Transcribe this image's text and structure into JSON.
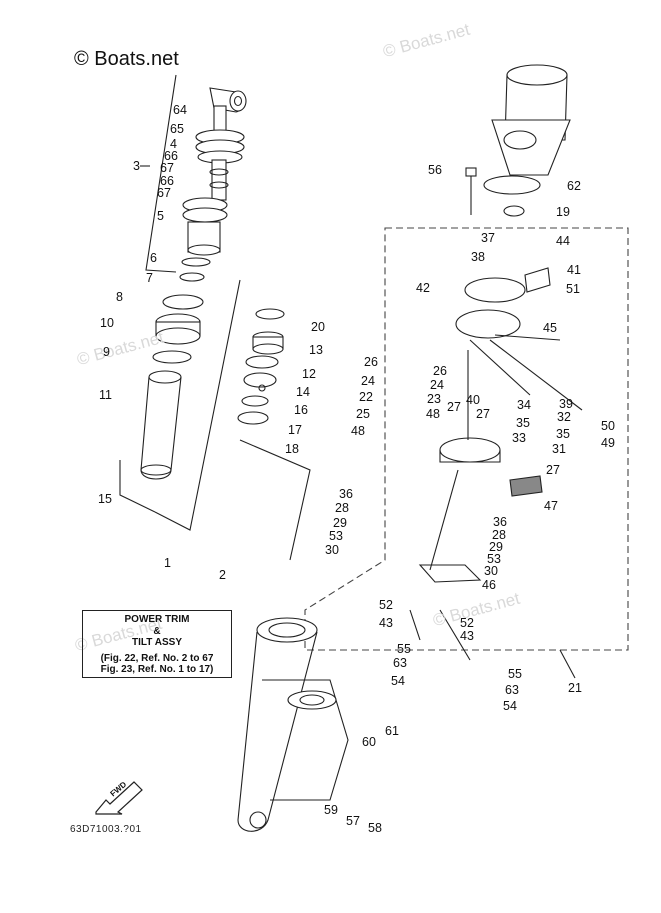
{
  "copyright": "© Boats.net",
  "watermark": "© Boats.net",
  "info_box": {
    "line1": "POWER TRIM",
    "line2": "&",
    "line3": "TILT ASSY",
    "line4": "(Fig. 22, Ref. No. 2 to 67",
    "line5": "Fig. 23, Ref. No. 1 to 17)"
  },
  "fwd_label": "FWD",
  "diagram_code": "63D71003.?01",
  "callouts": {
    "c64": "64",
    "c65": "65",
    "c4": "4",
    "c3": "3",
    "c66a": "66",
    "c67a": "67",
    "c66b": "66",
    "c67b": "67",
    "c5": "5",
    "c6": "6",
    "c7": "7",
    "c8": "8",
    "c10": "10",
    "c9": "9",
    "c11": "11",
    "c15": "15",
    "c20": "20",
    "c13": "13",
    "c12": "12",
    "c14": "14",
    "c16": "16",
    "c17": "17",
    "c18": "18",
    "c1": "1",
    "c2": "2",
    "c56": "56",
    "c62": "62",
    "c19": "19",
    "c37": "37",
    "c44": "44",
    "c38": "38",
    "c41": "41",
    "c42": "42",
    "c51": "51",
    "c45": "45",
    "c26a": "26",
    "c26b": "26",
    "c24a": "24",
    "c24b": "24",
    "c22": "22",
    "c23": "23",
    "c25": "25",
    "c48a": "48",
    "c48b": "48",
    "c40": "40",
    "c27a": "27",
    "c27b": "27",
    "c27c": "27",
    "c34": "34",
    "c39": "39",
    "c32": "32",
    "c50": "50",
    "c35a": "35",
    "c35b": "35",
    "c49": "49",
    "c33": "33",
    "c31": "31",
    "c36a": "36",
    "c36b": "36",
    "c28a": "28",
    "c28b": "28",
    "c29a": "29",
    "c29b": "29",
    "c53a": "53",
    "c53b": "53",
    "c30a": "30",
    "c30b": "30",
    "c47": "47",
    "c46": "46",
    "c52a": "52",
    "c52b": "52",
    "c43a": "43",
    "c43b": "43",
    "c55a": "55",
    "c55b": "55",
    "c63a": "63",
    "c63b": "63",
    "c54a": "54",
    "c54b": "54",
    "c21": "21",
    "c61": "61",
    "c60": "60",
    "c59": "59",
    "c57": "57",
    "c58": "58"
  }
}
